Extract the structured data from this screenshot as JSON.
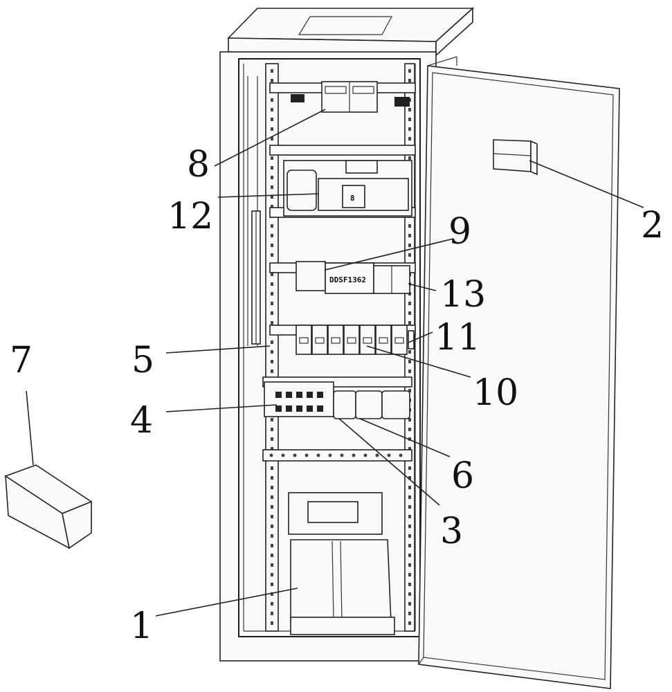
{
  "callouts": {
    "c1": "1",
    "c2": "2",
    "c3": "3",
    "c4": "4",
    "c5": "5",
    "c6": "6",
    "c7": "7",
    "c8": "8",
    "c9": "9",
    "c10": "10",
    "c11": "11",
    "c12": "12",
    "c13": "13"
  },
  "device_labels": {
    "meter_text": "DDSF1362",
    "display_digit": "8"
  }
}
